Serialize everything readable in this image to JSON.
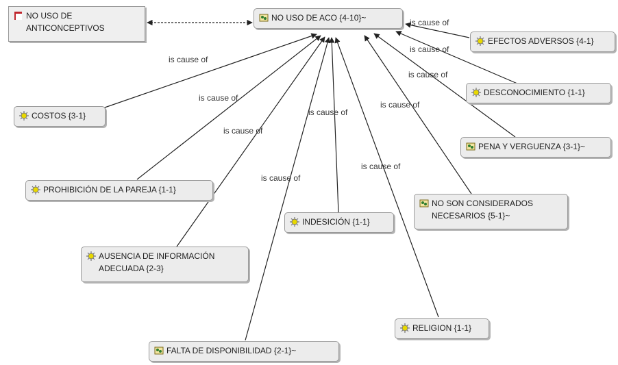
{
  "nodes": {
    "root": "NO USO DE ACO {4-10}~",
    "doc": "NO USO DE\nANTICONCEPTIVOS",
    "efectos": "EFECTOS ADVERSOS {4-1}",
    "desconocimiento": "DESCONOCIMIENTO {1-1}",
    "pena": "PENA Y VERGUENZA {3-1}~",
    "costos": "COSTOS {3-1}",
    "prohibicion": "PROHIBICIÓN DE LA PAREJA {1-1}",
    "no_son": "NO SON CONSIDERADOS\nNECESARIOS {5-1}~",
    "indesicion": "INDESICIÓN {1-1}",
    "ausencia": "AUSENCIA DE INFORMACIÓN\nADECUADA {2-3}",
    "religion": "RELIGION {1-1}",
    "falta": "FALTA DE DISPONIBILIDAD {2-1}~"
  },
  "edge_label": "is cause of",
  "icons": {
    "code": "code-sun-icon",
    "group": "code-group-icon",
    "doc": "document-icon"
  },
  "colors": {
    "node_bg": "#ececec",
    "border": "#9a9a9a",
    "line": "#222222",
    "icon_yellow": "#e8d800",
    "icon_green": "#2f7d2f",
    "doc_red": "#c0262d"
  }
}
